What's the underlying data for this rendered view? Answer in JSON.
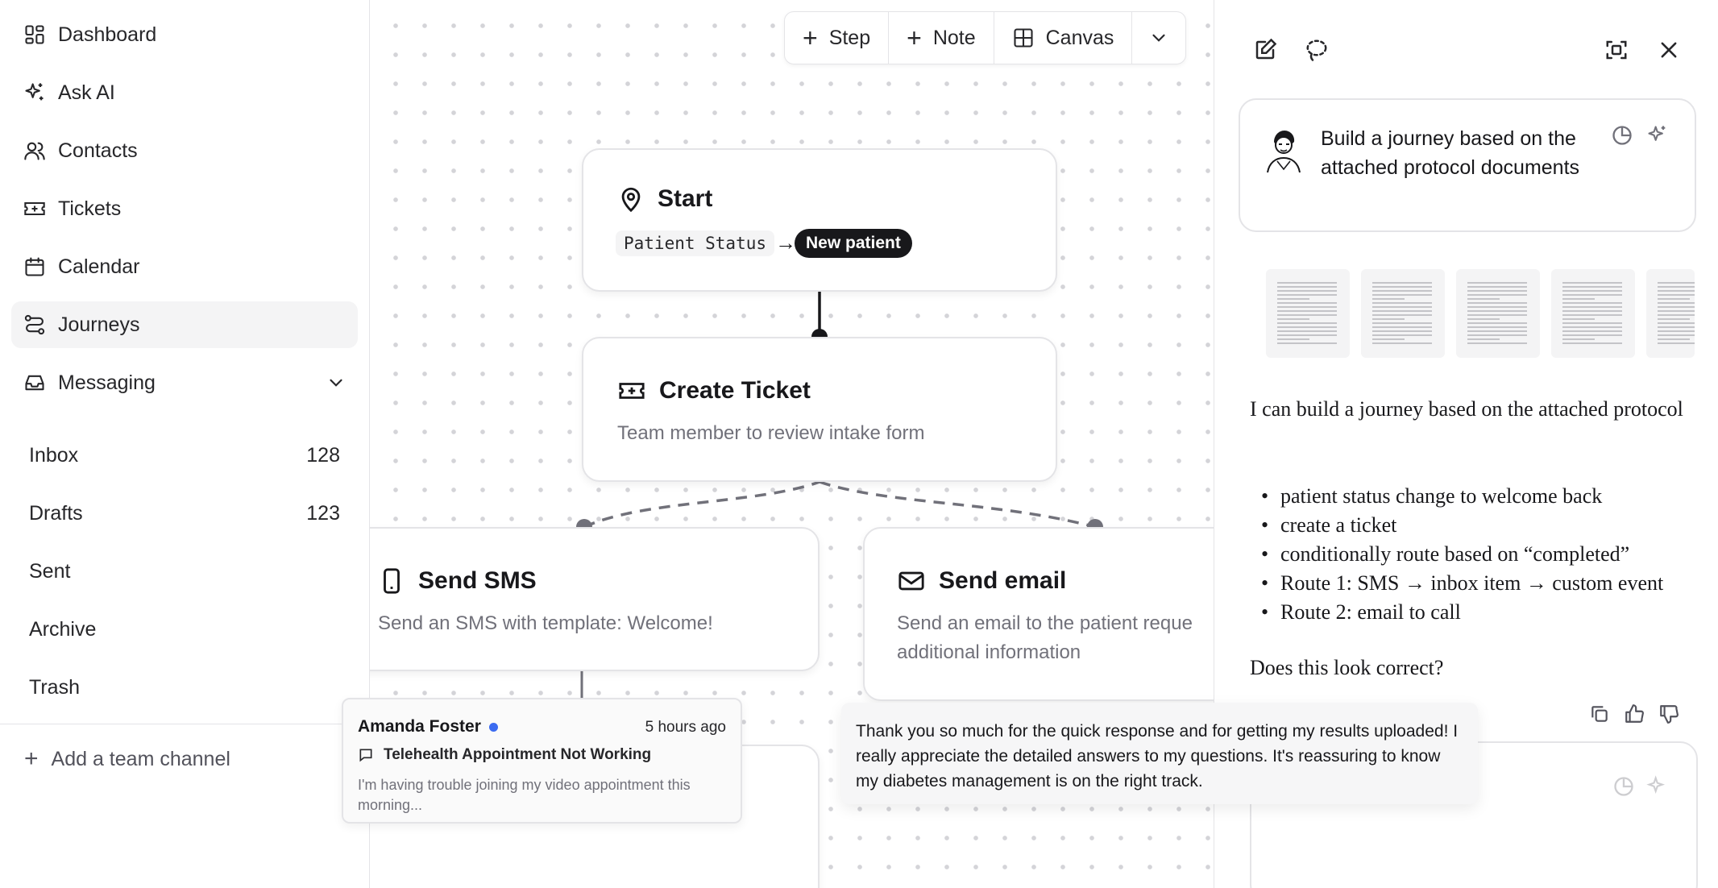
{
  "sidebar": {
    "nav": [
      {
        "label": "Dashboard",
        "icon": "dashboard-icon"
      },
      {
        "label": "Ask AI",
        "icon": "sparkles-icon"
      },
      {
        "label": "Contacts",
        "icon": "users-icon"
      },
      {
        "label": "Tickets",
        "icon": "ticket-icon"
      },
      {
        "label": "Calendar",
        "icon": "calendar-icon"
      },
      {
        "label": "Journeys",
        "icon": "route-icon",
        "active": true
      },
      {
        "label": "Messaging",
        "icon": "inbox-icon",
        "expanded": true
      }
    ],
    "messaging": [
      {
        "label": "Inbox",
        "count": "128"
      },
      {
        "label": "Drafts",
        "count": "123"
      },
      {
        "label": "Sent",
        "count": ""
      },
      {
        "label": "Archive",
        "count": ""
      },
      {
        "label": "Trash",
        "count": ""
      }
    ],
    "add_channel": "Add a team channel"
  },
  "toolbar": {
    "step": "Step",
    "note": "Note",
    "canvas": "Canvas"
  },
  "nodes": {
    "start": {
      "title": "Start",
      "field": "Patient Status",
      "arrow": "→",
      "value": "New patient"
    },
    "ticket": {
      "title": "Create Ticket",
      "desc": "Team member to review intake form"
    },
    "sms": {
      "title": "Send SMS",
      "desc": "Send an SMS with template: Welcome!"
    },
    "email": {
      "title": "Send email",
      "desc_line1": "Send an email to the patient reque",
      "desc_line2": "additional information"
    }
  },
  "message_card": {
    "sender": "Amanda Foster",
    "time": "5 hours ago",
    "subject": "Telehealth Appointment Not Working",
    "preview": "I'm having trouble joining my video appointment this morning..."
  },
  "quote_card": {
    "text": "Thank you so much for the quick response and for getting my results uploaded! I really appreciate the detailed answers to my questions. It's reassuring to know my diabetes management is on the right track."
  },
  "assistant": {
    "prompt": "Build a journey based on the attached protocol documents",
    "reply_intro": "I can build a journey based on the attached protocol",
    "bullets": [
      "patient status change to welcome back",
      "create a ticket",
      "conditionally route based on “completed”",
      "Route 1: SMS → inbox item → custom event",
      "Route 2: email to call"
    ],
    "question": "Does this look correct?"
  },
  "colors": {
    "accent_dark": "#18181b",
    "unread_dot": "#3b6bf0",
    "border": "#e4e4e7"
  }
}
